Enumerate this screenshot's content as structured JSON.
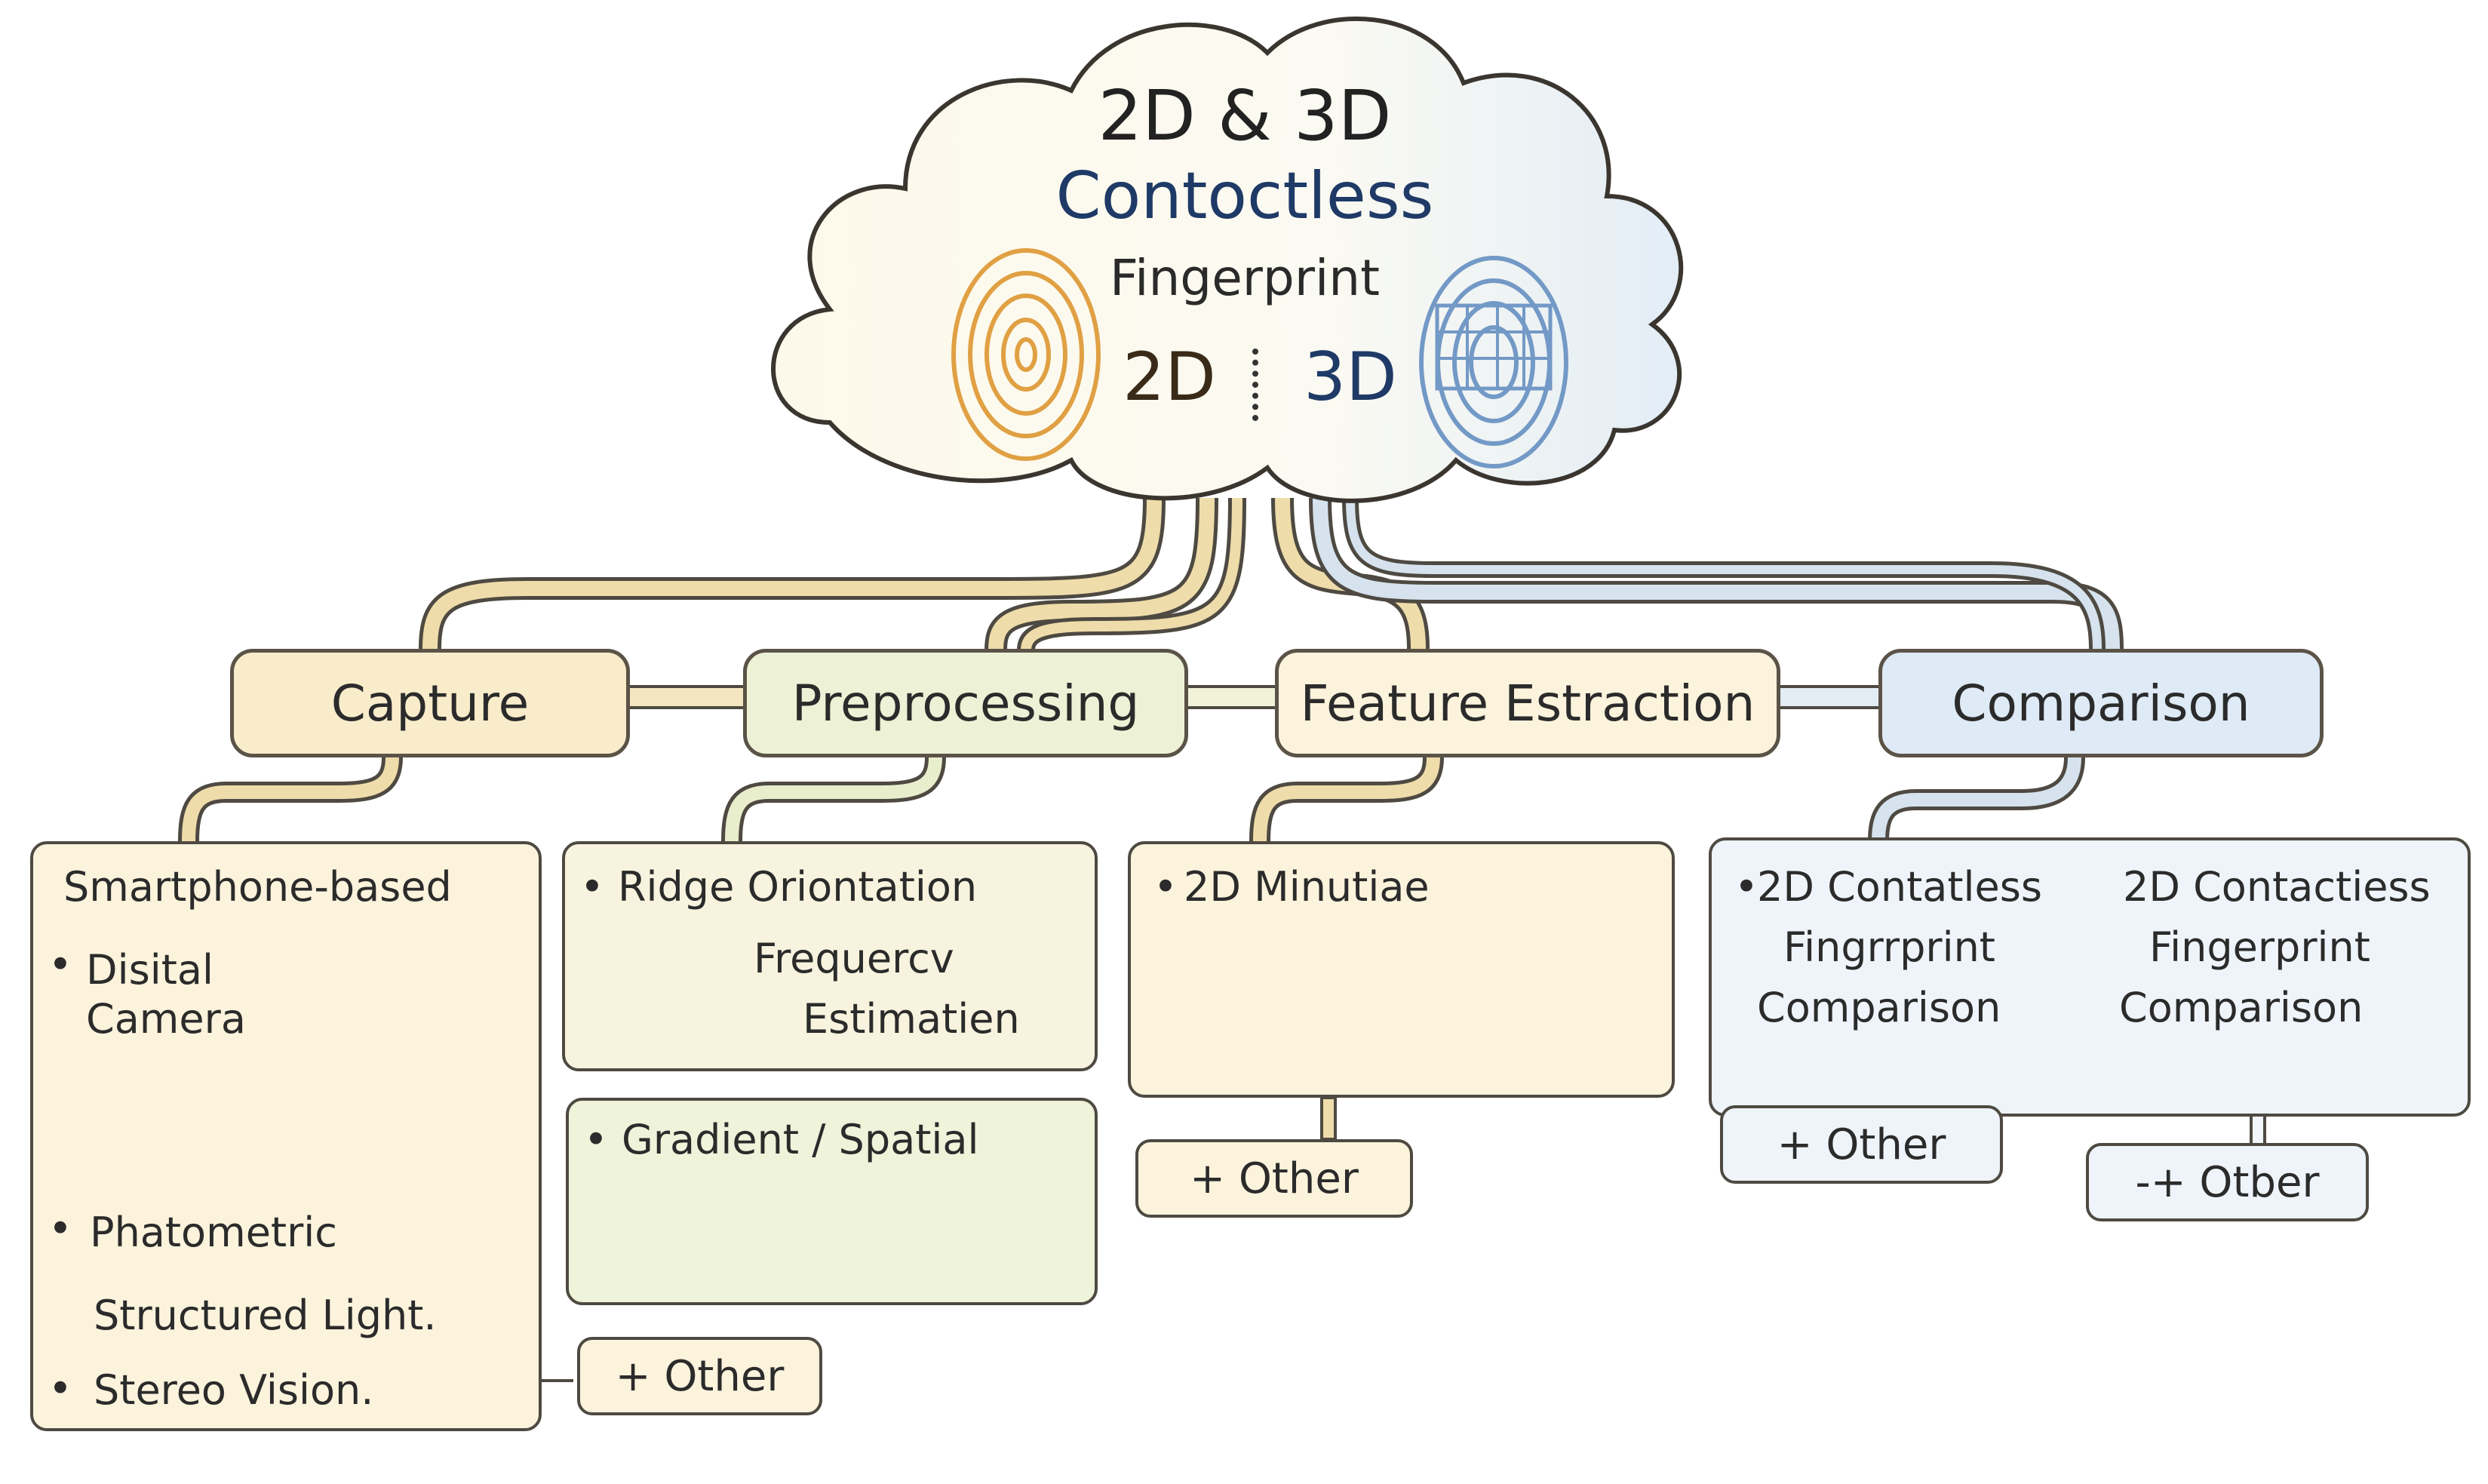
{
  "root": {
    "title_line1": "2D & 3D",
    "title_line2": "Contoctless",
    "title_line3": "Fingerprint",
    "label_2d": "2D",
    "label_3d": "3D"
  },
  "categories": {
    "capture": "Capture",
    "preprocessing": "Preprocessing",
    "feature_extraction": "Feature Estraction",
    "comparison": "Comparison"
  },
  "capture_box": {
    "item1": "Smartphone-based",
    "item2a": "Disital",
    "item2b": "Camera",
    "item3": "Phatometric",
    "item4": "Structured Light.",
    "item5": "Stereo Vision.",
    "other": "+ Other"
  },
  "preprocessing_box": {
    "ridge_a": "Ridge Oriontation",
    "ridge_b": "Frequercv",
    "ridge_c": "Estimatien",
    "gradient": "Gradient / Spatial"
  },
  "feature_box": {
    "minutiae": "2D Minutiae",
    "other": "+ Other"
  },
  "comparison_box": {
    "left_1": "2D Contatless",
    "left_2": "Fingrrprint",
    "left_3": "Comparison",
    "right_1": "2D Contactiess",
    "right_2": "Fingerprint",
    "right_3": "Comparison",
    "other_left": "+ Other",
    "other_right": "-+ Otber"
  },
  "colors": {
    "cloud_fill": "#fdfbf0",
    "capture_fill": "#f9eccb",
    "preprocessing_fill": "#edf2d6",
    "feature_fill": "#fbf3dc",
    "comparison_fill": "#deeaf5",
    "connector_gold": "#eedcaa",
    "connector_blue": "#d6e3ee",
    "fingerprint_orange": "#e0a043",
    "fingerprint_blue": "#7399c6"
  }
}
